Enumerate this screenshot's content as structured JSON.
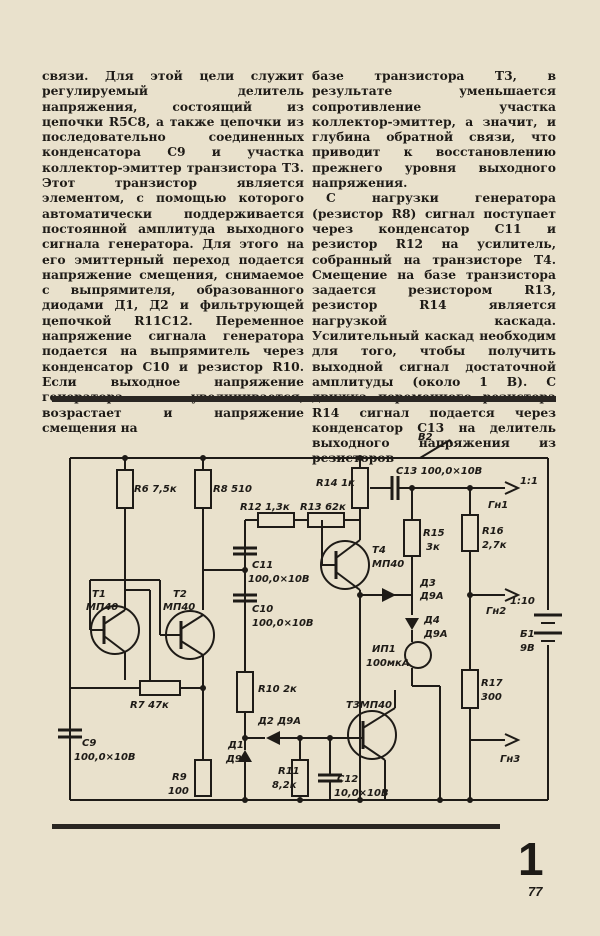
{
  "left_column": [
    "связи. Для этой цели служит регулируемый делитель напряжения, состоящий из цепочки R5C8, а также цепочки из последовательно соединенных конденсатора C9 и участка коллектор-эмиттер транзистора T3. Этот транзистор является элементом, с помощью которого автоматически поддерживается постоянной амплитуда выходного сигнала генератора. Для этого на его эмиттерный переход подается напряжение смещения, снимаемое с выпрямителя, образованного диодами Д1, Д2 и фильтрующей цепочкой R11C12. Переменное напряжение сигнала генератора подается на выпрямитель через конденсатор C10 и резистор R10. Если выходное напряжение генератора увеличивается, возрастает и напряжение смещения на"
  ],
  "right_column": [
    "базе транзистора T3, в результате уменьшается сопротивление участка коллектор-эмиттер, а значит, и глубина обратной связи, что приводит к восстановлению прежнего уровня выходного напряжения.",
    "С нагрузки генератора (резистор R8) сигнал поступает через конденсатор C11 и резистор R12 на усилитель, собранный на транзисторе T4. Смещение на базе транзистора задается резистором R13, резистор R14 является нагрузкой каскада. Усилительный каскад необходим для того, чтобы получить выходной сигнал достаточной амплитуды (около 1 В). С движка переменного резистора R14 сигнал подается через конденсатор C13 на делитель выходного напряжения из резисторов"
  ],
  "schematic": {
    "labels": {
      "b2": "B2",
      "r6": "R6 7,5к",
      "r8": "R8 510",
      "r14": "R14 1к",
      "c13": "C13 100,0×10В",
      "out1": "1:1",
      "gn1": "Гн1",
      "r12": "R12 1,3к",
      "r13": "R13 62к",
      "r15": "R15",
      "r15v": "3к",
      "r16": "R16",
      "r16v": "2,7к",
      "c11": "C11",
      "c11v": "100,0×10В",
      "t4": "T4",
      "t4t": "МП40",
      "d3": "Д3",
      "d3t": "Д9А",
      "t1": "T1",
      "t1t": "МП40",
      "t2": "T2",
      "t2t": "МП40",
      "c10": "C10",
      "c10v": "100,0×10В",
      "out2": "1:10",
      "gn2": "Гн2",
      "d4": "Д4",
      "d4t": "Д9А",
      "b1": "Б1",
      "b1v": "9В",
      "ip1": "ИП1",
      "ip1v": "100мкА",
      "r10": "R10 2к",
      "r7": "R7 47к",
      "r17": "R17",
      "r17v": "300",
      "t3": "T3МП40",
      "d2": "Д2 Д9А",
      "c9": "C9",
      "c9v": "100,0×10В",
      "d1": "Д1",
      "d1t": "Д9А",
      "r11": "R11",
      "r11v": "8,2к",
      "c12": "C12",
      "c12v": "10,0×10В",
      "gn3": "Гн3",
      "r9": "R9",
      "r9v": "100"
    }
  },
  "figure_number": "1",
  "page_number": "77"
}
